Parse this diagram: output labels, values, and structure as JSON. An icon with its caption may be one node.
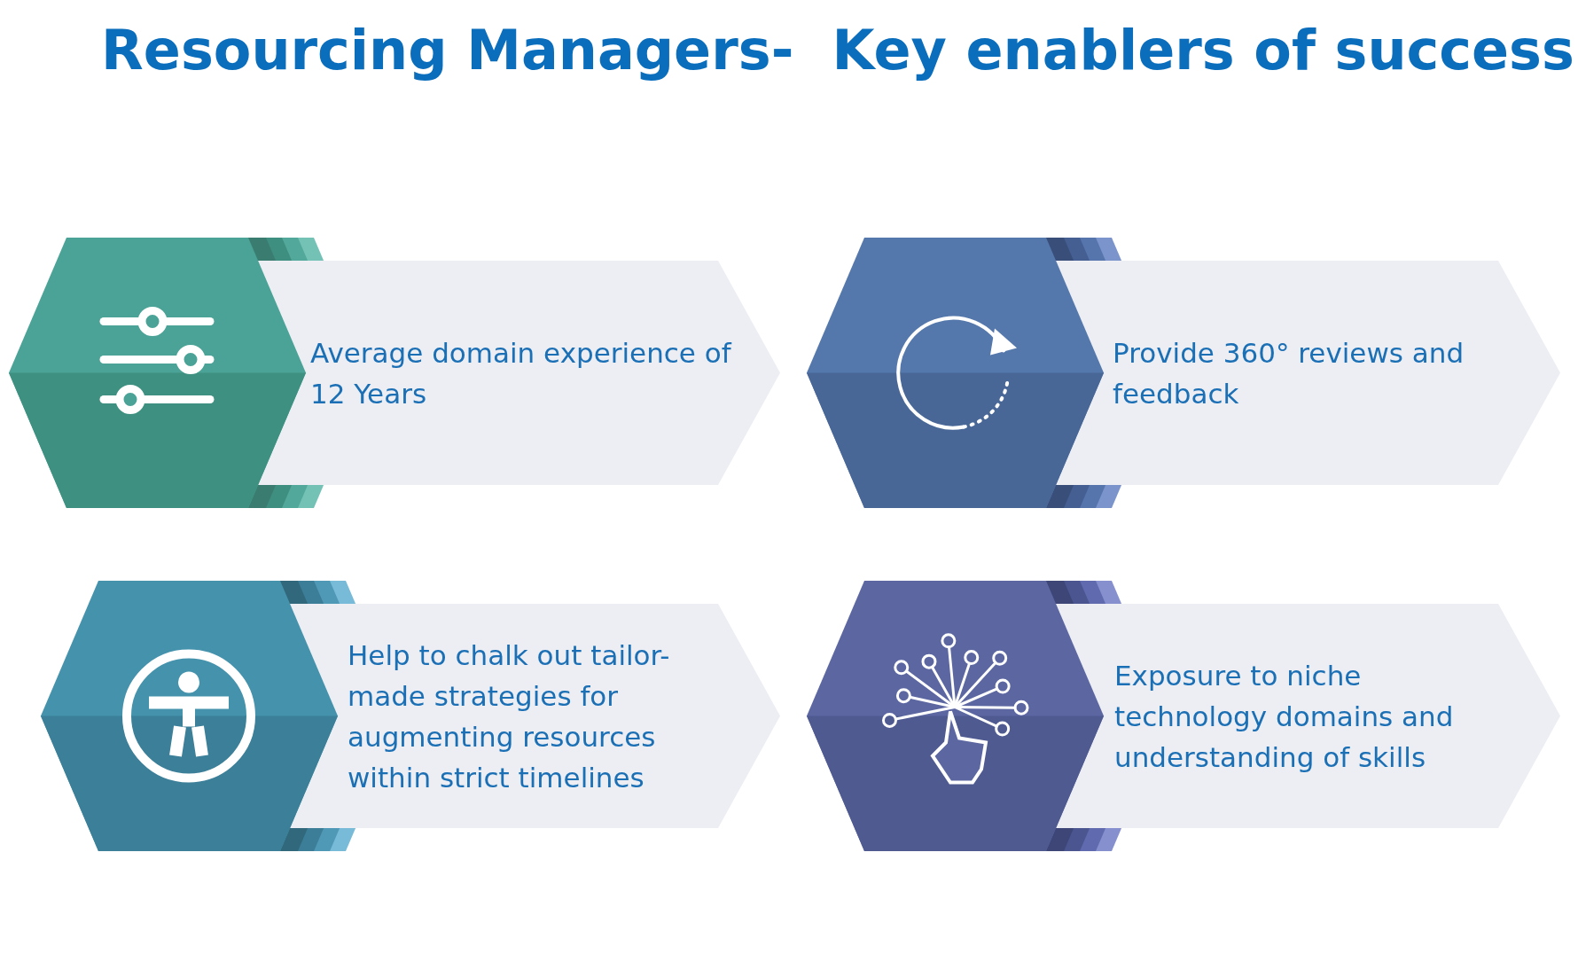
{
  "diagram": {
    "title": "Resourcing Managers-  Key enablers of success",
    "nodes": [
      {
        "text": [
          "Average domain experience of 12 Years"
        ]
      },
      {
        "text": [
          "Provide 360° reviews and feedback"
        ]
      },
      {
        "text": [
          "Help to chalk out tailor-made strategies for augmenting resources within strict timelines"
        ]
      },
      {
        "text": [
          "Exposure to niche technology domains and understanding of skills"
        ]
      }
    ]
  }
}
